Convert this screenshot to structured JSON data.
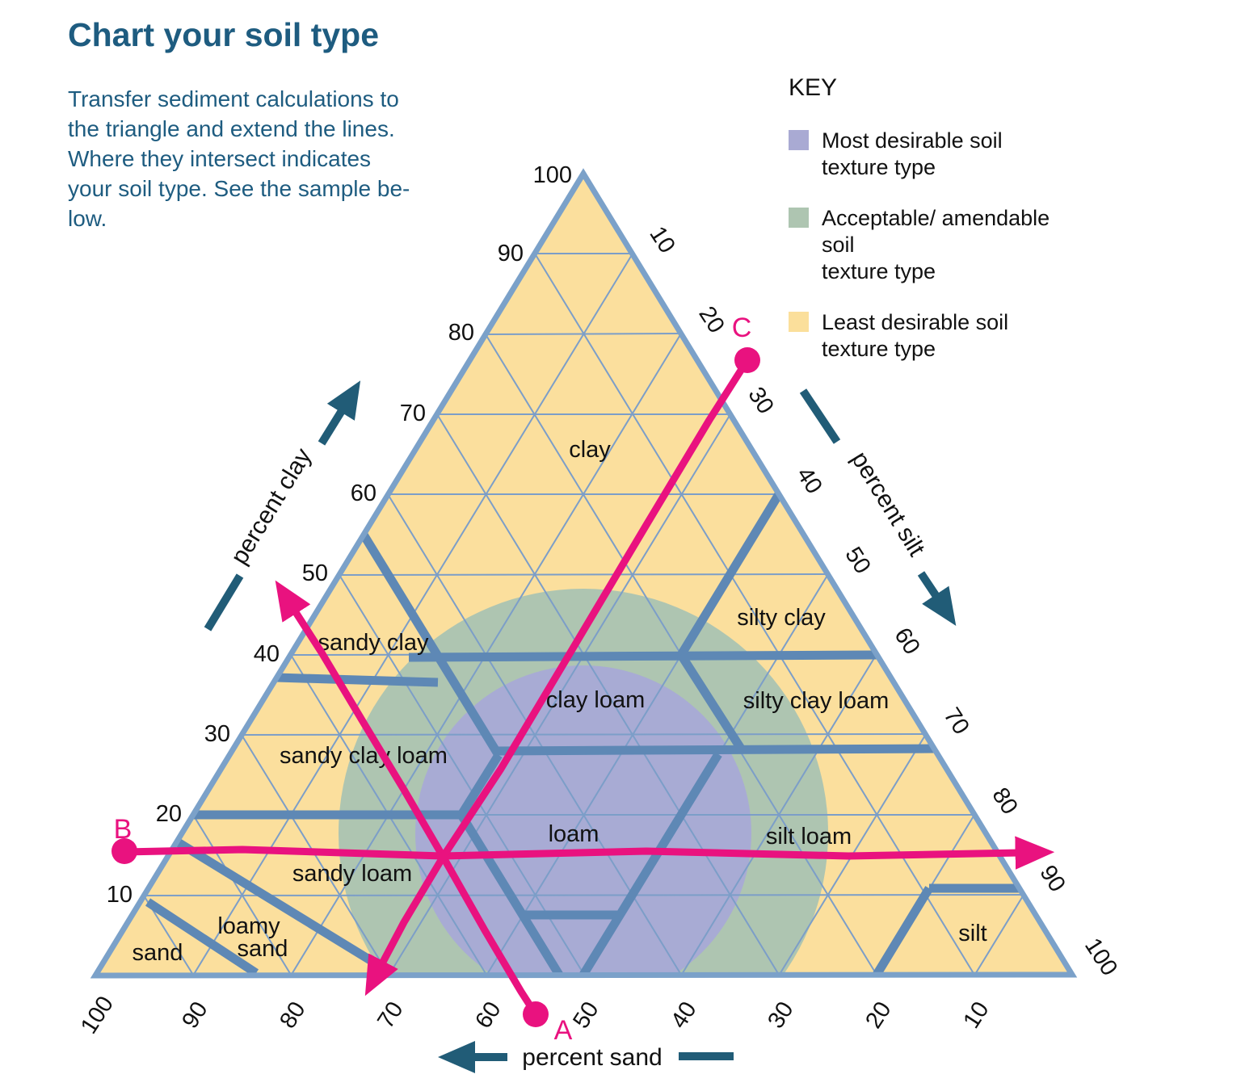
{
  "header": {
    "title": "Chart your soil type"
  },
  "intro": {
    "lines": [
      "Transfer sediment calculations to",
      "the triangle and extend the lines.",
      "Where they intersect indicates",
      "your soil type. See the sample be-",
      "low."
    ]
  },
  "key": {
    "title": "KEY",
    "items": [
      {
        "name": "most-desirable",
        "color": "#a9aad3",
        "label_lines": [
          "Most desirable soil",
          "texture type"
        ]
      },
      {
        "name": "acceptable-amendable",
        "color": "#aec5b1",
        "label_lines": [
          "Acceptable/ amendable",
          "soil",
          "texture type"
        ]
      },
      {
        "name": "least-desirable",
        "color": "#fbdf9b",
        "label_lines": [
          "Least desirable soil",
          "texture type"
        ]
      }
    ]
  },
  "axes": {
    "clay": {
      "title": "percent clay",
      "ticks": [
        "100",
        "90",
        "80",
        "70",
        "60",
        "50",
        "40",
        "30",
        "20",
        "10"
      ]
    },
    "silt": {
      "title": "percent silt",
      "ticks": [
        "10",
        "20",
        "30",
        "40",
        "50",
        "60",
        "70",
        "80",
        "90",
        "100"
      ]
    },
    "sand": {
      "title": "percent sand",
      "ticks": [
        "100",
        "90",
        "80",
        "70",
        "60",
        "50",
        "40",
        "30",
        "20",
        "10"
      ]
    }
  },
  "regions": {
    "clay": "clay",
    "silty_clay": "silty clay",
    "silty_clay_loam": "silty clay loam",
    "clay_loam": "clay loam",
    "sandy_clay": "sandy clay",
    "sandy_clay_loam": "sandy clay loam",
    "sandy_loam": "sandy loam",
    "loam": "loam",
    "silt_loam": "silt loam",
    "loamy_sand_line1": "loamy",
    "loamy_sand_line2": "sand",
    "sand": "sand",
    "silt": "silt"
  },
  "markers": {
    "a": "A",
    "b": "B",
    "c": "C"
  },
  "colors": {
    "heading_text": "#1e5c80",
    "most_desirable": "#a9aad3",
    "acceptable": "#aec5b1",
    "least_desirable": "#fbdf9d",
    "grid_line": "#7c9ec8",
    "boundary_line": "#5e88b5",
    "triangle_border": "#7ba1c9",
    "sample_line": "#e9127f",
    "axis_arrow": "#215c77"
  },
  "chart_data": {
    "type": "ternary",
    "title": "Chart your soil type",
    "grid": true,
    "axes": {
      "clay": {
        "label": "percent clay",
        "range": [
          0,
          100
        ],
        "tick_step": 10,
        "side": "left",
        "direction": "up the left edge"
      },
      "silt": {
        "label": "percent silt",
        "range": [
          0,
          100
        ],
        "tick_step": 10,
        "side": "right",
        "direction": "down the right edge"
      },
      "sand": {
        "label": "percent sand",
        "range": [
          0,
          100
        ],
        "tick_step": 10,
        "side": "bottom",
        "direction": "right to left"
      }
    },
    "soil_regions": [
      "clay",
      "silty clay",
      "silty clay loam",
      "clay loam",
      "sandy clay",
      "sandy clay loam",
      "sandy loam",
      "loam",
      "silt loam",
      "loamy sand",
      "sand",
      "silt"
    ],
    "legend": {
      "position": "top-right",
      "entries": [
        {
          "label": "Most desirable soil texture type",
          "color": "#a9aad3",
          "zone": "central circle"
        },
        {
          "label": "Acceptable/ amendable soil texture type",
          "color": "#aec5b1",
          "zone": "ring around center"
        },
        {
          "label": "Least desirable soil texture type",
          "color": "#fbdf9d",
          "zone": "outer triangle"
        }
      ]
    },
    "sample_lines": [
      {
        "label": "A",
        "axis": "sand",
        "value": 57,
        "description": "constant-sand line from bottom edge up-left"
      },
      {
        "label": "B",
        "axis": "clay",
        "value": 15,
        "description": "constant-clay horizontal line from left"
      },
      {
        "label": "C",
        "axis": "silt",
        "value": 28,
        "description": "constant-silt line from right edge down-left"
      }
    ],
    "sample_intersection": {
      "clay": 15,
      "sand": 57,
      "silt": 28,
      "soil_type": "sandy loam"
    }
  }
}
